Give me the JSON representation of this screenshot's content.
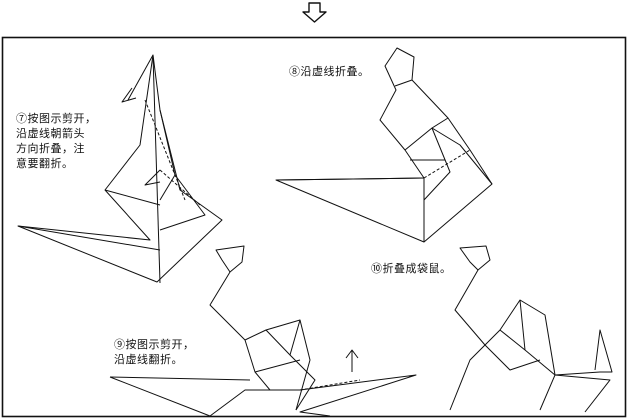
{
  "steps": [
    {
      "id": "step7",
      "lines": [
        "⑦按图示剪开，",
        "沿虚线朝箭头",
        "方向折叠，注",
        "意要翻折。"
      ]
    },
    {
      "id": "step8",
      "lines": [
        "⑧沿虚线折叠。"
      ]
    },
    {
      "id": "step9",
      "lines": [
        "⑨按图示剪开，",
        "沿虚线翻折。"
      ]
    },
    {
      "id": "step10",
      "lines": [
        "⑩折叠成袋鼠。"
      ]
    }
  ],
  "icons": {
    "top_arrow": "down-arrow-icon"
  },
  "colors": {
    "line": "#111111",
    "background": "#ffffff"
  }
}
